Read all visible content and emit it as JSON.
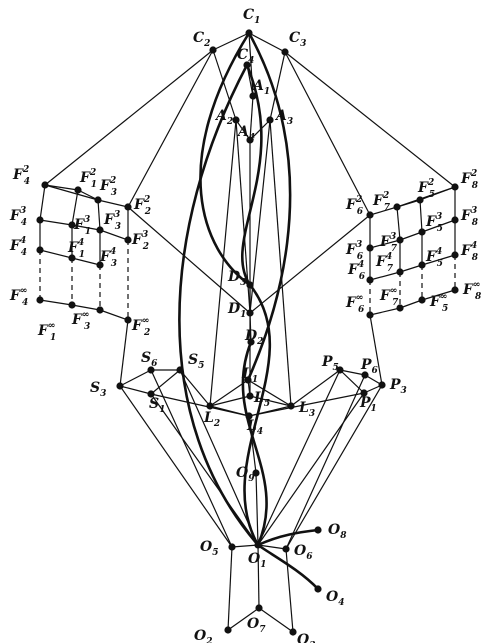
{
  "nodes": [
    {
      "id": "C1",
      "base": "C",
      "sub": "1",
      "sup": ""
    },
    {
      "id": "C2",
      "base": "C",
      "sub": "2",
      "sup": ""
    },
    {
      "id": "C3",
      "base": "C",
      "sub": "3",
      "sup": ""
    },
    {
      "id": "C4",
      "base": "C",
      "sub": "4",
      "sup": ""
    },
    {
      "id": "A1",
      "base": "A",
      "sub": "1",
      "sup": ""
    },
    {
      "id": "A2",
      "base": "A",
      "sub": "2",
      "sup": ""
    },
    {
      "id": "A3",
      "base": "A",
      "sub": "3",
      "sup": ""
    },
    {
      "id": "A4",
      "base": "A",
      "sub": "4",
      "sup": ""
    },
    {
      "id": "D1",
      "base": "D",
      "sub": "1",
      "sup": ""
    },
    {
      "id": "D2",
      "base": "D",
      "sub": "2",
      "sup": ""
    },
    {
      "id": "D3",
      "base": "D",
      "sub": "3",
      "sup": ""
    },
    {
      "id": "L1",
      "base": "L",
      "sub": "1",
      "sup": ""
    },
    {
      "id": "L2",
      "base": "L",
      "sub": "2",
      "sup": ""
    },
    {
      "id": "L3",
      "base": "L",
      "sub": "3",
      "sup": ""
    },
    {
      "id": "L4",
      "base": "L",
      "sub": "4",
      "sup": ""
    },
    {
      "id": "L5",
      "base": "L",
      "sub": "5",
      "sup": ""
    },
    {
      "id": "S1",
      "base": "S",
      "sub": "1",
      "sup": ""
    },
    {
      "id": "S3",
      "base": "S",
      "sub": "3",
      "sup": ""
    },
    {
      "id": "S5",
      "base": "S",
      "sub": "5",
      "sup": ""
    },
    {
      "id": "S6",
      "base": "S",
      "sub": "6",
      "sup": ""
    },
    {
      "id": "P1",
      "base": "P",
      "sub": "1",
      "sup": ""
    },
    {
      "id": "P3",
      "base": "P",
      "sub": "3",
      "sup": ""
    },
    {
      "id": "P5",
      "base": "P",
      "sub": "5",
      "sup": ""
    },
    {
      "id": "P6",
      "base": "P",
      "sub": "6",
      "sup": ""
    },
    {
      "id": "O1",
      "base": "O",
      "sub": "1",
      "sup": ""
    },
    {
      "id": "O2",
      "base": "O",
      "sub": "2",
      "sup": ""
    },
    {
      "id": "O3",
      "base": "O",
      "sub": "3",
      "sup": ""
    },
    {
      "id": "O4",
      "base": "O",
      "sub": "4",
      "sup": ""
    },
    {
      "id": "O5",
      "base": "O",
      "sub": "5",
      "sup": ""
    },
    {
      "id": "O6",
      "base": "O",
      "sub": "6",
      "sup": ""
    },
    {
      "id": "O7",
      "base": "O",
      "sub": "7",
      "sup": ""
    },
    {
      "id": "O8",
      "base": "O",
      "sub": "8",
      "sup": ""
    },
    {
      "id": "O9",
      "base": "O",
      "sub": "9",
      "sup": ""
    },
    {
      "id": "F4_2",
      "base": "F",
      "sub": "4",
      "sup": "2"
    },
    {
      "id": "F1_2",
      "base": "F",
      "sub": "1",
      "sup": "2"
    },
    {
      "id": "F3_2",
      "base": "F",
      "sub": "3",
      "sup": "2"
    },
    {
      "id": "F2_2",
      "base": "F",
      "sub": "2",
      "sup": "2"
    },
    {
      "id": "F4_3",
      "base": "F",
      "sub": "4",
      "sup": "3"
    },
    {
      "id": "F1_3",
      "base": "F",
      "sub": "1",
      "sup": "3"
    },
    {
      "id": "F3_3",
      "base": "F",
      "sub": "3",
      "sup": "3"
    },
    {
      "id": "F2_3",
      "base": "F",
      "sub": "2",
      "sup": "3"
    },
    {
      "id": "F4_4",
      "base": "F",
      "sub": "4",
      "sup": "4"
    },
    {
      "id": "F1_4",
      "base": "F",
      "sub": "1",
      "sup": "4"
    },
    {
      "id": "F3_4",
      "base": "F",
      "sub": "3",
      "sup": "4"
    },
    {
      "id": "F4_inf",
      "base": "F",
      "sub": "4",
      "sup": "∞"
    },
    {
      "id": "F1_inf",
      "base": "F",
      "sub": "1",
      "sup": "∞"
    },
    {
      "id": "F3_inf",
      "base": "F",
      "sub": "3",
      "sup": "∞"
    },
    {
      "id": "F2_inf",
      "base": "F",
      "sub": "2",
      "sup": "∞"
    },
    {
      "id": "F8_2",
      "base": "F",
      "sub": "8",
      "sup": "2"
    },
    {
      "id": "F5_2",
      "base": "F",
      "sub": "5",
      "sup": "2"
    },
    {
      "id": "F7_2",
      "base": "F",
      "sub": "7",
      "sup": "2"
    },
    {
      "id": "F6_2",
      "base": "F",
      "sub": "6",
      "sup": "2"
    },
    {
      "id": "F8_3",
      "base": "F",
      "sub": "8",
      "sup": "3"
    },
    {
      "id": "F5_3",
      "base": "F",
      "sub": "5",
      "sup": "3"
    },
    {
      "id": "F7_3",
      "base": "F",
      "sub": "7",
      "sup": "3"
    },
    {
      "id": "F6_3",
      "base": "F",
      "sub": "6",
      "sup": "3"
    },
    {
      "id": "F8_4",
      "base": "F",
      "sub": "8",
      "sup": "4"
    },
    {
      "id": "F5_4",
      "base": "F",
      "sub": "5",
      "sup": "4"
    },
    {
      "id": "F7_4",
      "base": "F",
      "sub": "7",
      "sup": "4"
    },
    {
      "id": "F6_4",
      "base": "F",
      "sub": "6",
      "sup": "4"
    },
    {
      "id": "F8_inf",
      "base": "F",
      "sub": "8",
      "sup": "∞"
    },
    {
      "id": "F5_inf",
      "base": "F",
      "sub": "5",
      "sup": "∞"
    },
    {
      "id": "F7_inf",
      "base": "F",
      "sub": "7",
      "sup": "∞"
    },
    {
      "id": "F6_inf",
      "base": "F",
      "sub": "6",
      "sup": "∞"
    }
  ],
  "edges": [
    [
      "C2",
      "C1"
    ],
    [
      "C1",
      "C3"
    ],
    [
      "C2",
      "F4_2"
    ],
    [
      "C3",
      "F8_2"
    ],
    [
      "C2",
      "F2_2"
    ],
    [
      "C3",
      "F6_2"
    ],
    [
      "C2",
      "A2"
    ],
    [
      "C3",
      "A3"
    ],
    [
      "C1",
      "A1"
    ],
    [
      "C4",
      "A1"
    ],
    [
      "A2",
      "A4"
    ],
    [
      "A3",
      "A4"
    ],
    [
      "A1",
      "A4"
    ],
    [
      "A2",
      "L2"
    ],
    [
      "A3",
      "L3"
    ],
    [
      "A2",
      "D1"
    ],
    [
      "A3",
      "D1"
    ],
    [
      "A4",
      "L5"
    ],
    [
      "F4_2",
      "F1_2"
    ],
    [
      "F1_2",
      "F3_2"
    ],
    [
      "F3_2",
      "F2_2"
    ],
    [
      "F4_2",
      "F3_2"
    ],
    [
      "F4_3",
      "F1_3"
    ],
    [
      "F1_3",
      "F3_3"
    ],
    [
      "F3_3",
      "F2_3"
    ],
    [
      "F4_4",
      "F1_4"
    ],
    [
      "F1_4",
      "F3_4"
    ],
    [
      "F4_inf",
      "F1_inf"
    ],
    [
      "F1_inf",
      "F3_inf"
    ],
    [
      "F3_inf",
      "F2_inf"
    ],
    [
      "F4_2",
      "F4_3"
    ],
    [
      "F4_3",
      "F4_4"
    ],
    [
      "F1_2",
      "F1_3"
    ],
    [
      "F1_3",
      "F1_4"
    ],
    [
      "F3_2",
      "F3_3"
    ],
    [
      "F3_3",
      "F3_4"
    ],
    [
      "F2_2",
      "F2_3"
    ],
    [
      "F8_2",
      "F5_2"
    ],
    [
      "F5_2",
      "F7_2"
    ],
    [
      "F7_2",
      "F6_2"
    ],
    [
      "F8_2",
      "F7_2"
    ],
    [
      "F8_3",
      "F5_3"
    ],
    [
      "F5_3",
      "F7_3"
    ],
    [
      "F7_3",
      "F6_3"
    ],
    [
      "F8_4",
      "F5_4"
    ],
    [
      "F5_4",
      "F7_4"
    ],
    [
      "F7_4",
      "F6_4"
    ],
    [
      "F8_inf",
      "F5_inf"
    ],
    [
      "F5_inf",
      "F7_inf"
    ],
    [
      "F7_inf",
      "F6_inf"
    ],
    [
      "F8_2",
      "F8_3"
    ],
    [
      "F8_3",
      "F8_4"
    ],
    [
      "F5_2",
      "F5_3"
    ],
    [
      "F5_3",
      "F5_4"
    ],
    [
      "F7_2",
      "F7_3"
    ],
    [
      "F7_3",
      "F7_4"
    ],
    [
      "F6_2",
      "F6_3"
    ],
    [
      "F6_3",
      "F6_4"
    ],
    [
      "F2_inf",
      "S3"
    ],
    [
      "F6_inf",
      "P3"
    ],
    [
      "F2_2",
      "D1"
    ],
    [
      "F6_2",
      "D1"
    ],
    [
      "S3",
      "S1"
    ],
    [
      "S3",
      "S6"
    ],
    [
      "S6",
      "S5"
    ],
    [
      "S1",
      "S5"
    ],
    [
      "P3",
      "P1"
    ],
    [
      "P3",
      "P6"
    ],
    [
      "P6",
      "P5"
    ],
    [
      "P1",
      "P5"
    ],
    [
      "S1",
      "L4"
    ],
    [
      "S5",
      "L2"
    ],
    [
      "P1",
      "L4"
    ],
    [
      "P5",
      "L3"
    ],
    [
      "L2",
      "L5"
    ],
    [
      "L5",
      "L3"
    ],
    [
      "L2",
      "L4"
    ],
    [
      "L4",
      "L3"
    ],
    [
      "L1",
      "L5"
    ],
    [
      "L1",
      "L2"
    ],
    [
      "L1",
      "L3"
    ],
    [
      "S3",
      "O5"
    ],
    [
      "S1",
      "O1"
    ],
    [
      "S6",
      "O5"
    ],
    [
      "S5",
      "O1"
    ],
    [
      "P3",
      "O6"
    ],
    [
      "P1",
      "O1"
    ],
    [
      "P6",
      "O6"
    ],
    [
      "P5",
      "O1"
    ],
    [
      "O5",
      "O1"
    ],
    [
      "O6",
      "O1"
    ],
    [
      "O5",
      "O2"
    ],
    [
      "O6",
      "O3"
    ],
    [
      "O2",
      "O7"
    ],
    [
      "O7",
      "O3"
    ],
    [
      "O1",
      "O7"
    ],
    [
      "L4",
      "O9"
    ],
    [
      "O9",
      "O1"
    ],
    [
      "D2",
      "D1"
    ],
    [
      "D3",
      "D1"
    ]
  ],
  "dashed_edges": [
    [
      "F4_4",
      "F4_inf"
    ],
    [
      "F1_4",
      "F1_inf"
    ],
    [
      "F3_4",
      "F3_inf"
    ],
    [
      "F2_3",
      "F2_inf"
    ],
    [
      "F8_4",
      "F8_inf"
    ],
    [
      "F5_4",
      "F5_inf"
    ],
    [
      "F7_4",
      "F7_inf"
    ],
    [
      "F6_4",
      "F6_inf"
    ]
  ],
  "curves": [
    [
      "C1",
      "D3"
    ],
    [
      "C4",
      "D3"
    ],
    [
      "C1",
      "L1"
    ],
    [
      "C4",
      "O1"
    ],
    [
      "D3",
      "O1"
    ],
    [
      "D2",
      "O1"
    ],
    [
      "O8",
      "O1"
    ],
    [
      "O4",
      "O1"
    ]
  ]
}
